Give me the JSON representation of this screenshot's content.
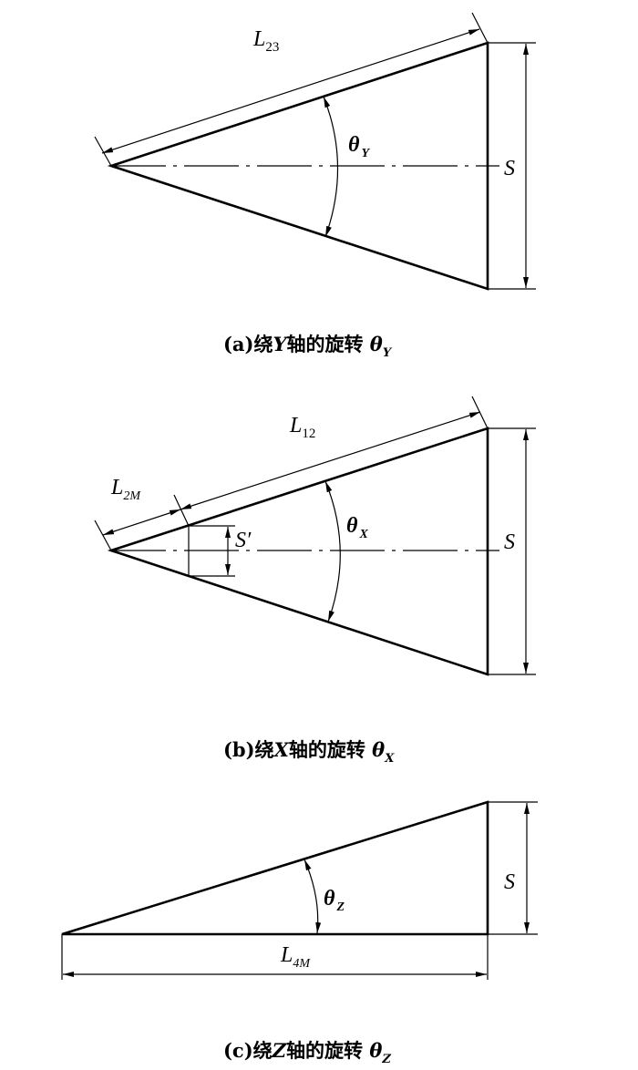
{
  "panels": [
    {
      "id": "a",
      "length_label": {
        "main": "L",
        "sub": "23"
      },
      "angle_label": {
        "main": "θ",
        "sub": "Y"
      },
      "side_label": "S",
      "caption": {
        "prefix": "(a)绕",
        "axis": "Y",
        "middle": "轴的旋转 ",
        "theta": "θ",
        "sub": "Y"
      }
    },
    {
      "id": "b",
      "length_label": {
        "main": "L",
        "sub": "12"
      },
      "short_label": {
        "main": "L",
        "sub": "2M"
      },
      "angle_label": {
        "main": "θ",
        "sub": "X"
      },
      "side_label": "S",
      "inner_side_label": "S′",
      "caption": {
        "prefix": "(b)绕",
        "axis": "X",
        "middle": "轴的旋转 ",
        "theta": "θ",
        "sub": "X"
      }
    },
    {
      "id": "c",
      "length_label": {
        "main": "L",
        "sub": "4M"
      },
      "angle_label": {
        "main": "θ",
        "sub": "Z"
      },
      "side_label": "S",
      "caption": {
        "prefix": "(c)绕",
        "axis": "Z",
        "middle": "轴的旋转 ",
        "theta": "θ",
        "sub": "Z"
      }
    }
  ]
}
